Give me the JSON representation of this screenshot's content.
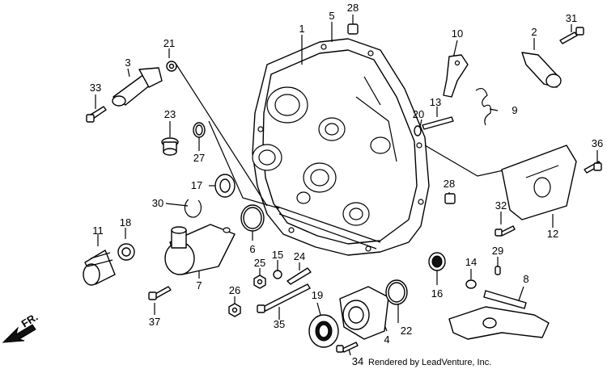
{
  "callouts": {
    "c1": "1",
    "c2": "2",
    "c3": "3",
    "c4": "4",
    "c5": "5",
    "c6": "6",
    "c7": "7",
    "c8": "8",
    "c9": "9",
    "c10": "10",
    "c11": "11",
    "c12": "12",
    "c13": "13",
    "c14": "14",
    "c15": "15",
    "c16": "16",
    "c17": "17",
    "c18": "18",
    "c19": "19",
    "c20": "20",
    "c21": "21",
    "c22": "22",
    "c23": "23",
    "c24": "24",
    "c25": "25",
    "c26": "26",
    "c27": "27",
    "c28a": "28",
    "c28b": "28",
    "c29": "29",
    "c30": "30",
    "c31": "31",
    "c32": "32",
    "c33": "33",
    "c34": "34",
    "c35": "35",
    "c36": "36",
    "c37": "37"
  },
  "direction_label": "FR.",
  "credit": "Rendered by LeadVenture, Inc."
}
